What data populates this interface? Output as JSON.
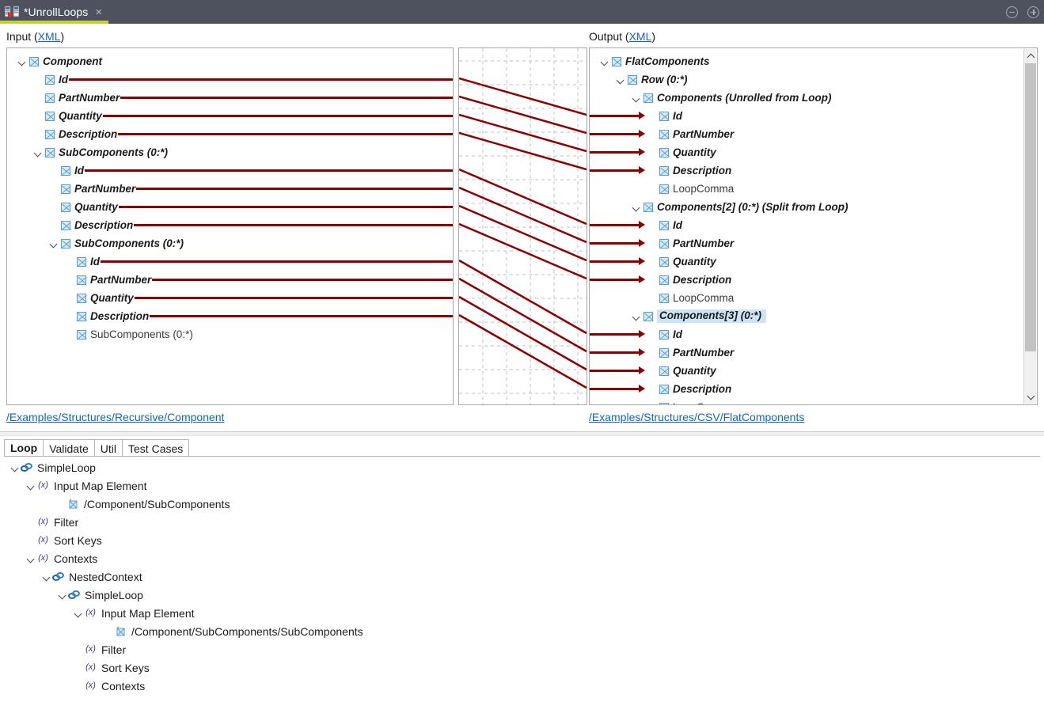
{
  "window": {
    "tab_title": "*UnrollLoops",
    "tab_icon": "mapping-icon",
    "close_label": "×",
    "minimize_label": "collapse-icon",
    "maximize_label": "expand-icon",
    "accent_color": "#c3d52d",
    "titlebar_color": "#4e525f"
  },
  "mapper": {
    "input_label_prefix": "Input (",
    "input_label_link": "XML",
    "input_label_suffix": ")",
    "output_label_prefix": "Output (",
    "output_label_link": "XML",
    "output_label_suffix": ")",
    "input_path": "/Examples/Structures/Recursive/Component",
    "output_path": "/Examples/Structures/CSV/FlatComponents",
    "link_color": "#1564c0",
    "connector_color": "#8b0000",
    "selection_color": "#cde4f7",
    "input_tree": [
      {
        "label": "Component",
        "depth": 0,
        "twisty": true,
        "style": "bi",
        "line": false
      },
      {
        "label": "Id",
        "depth": 1,
        "twisty": false,
        "style": "bi",
        "line": true
      },
      {
        "label": "PartNumber",
        "depth": 1,
        "twisty": false,
        "style": "bi",
        "line": true
      },
      {
        "label": "Quantity",
        "depth": 1,
        "twisty": false,
        "style": "bi",
        "line": true
      },
      {
        "label": "Description",
        "depth": 1,
        "twisty": false,
        "style": "bi",
        "line": true
      },
      {
        "label": "SubComponents (0:*)",
        "depth": 1,
        "twisty": true,
        "style": "bi",
        "line": false
      },
      {
        "label": "Id",
        "depth": 2,
        "twisty": false,
        "style": "bi",
        "line": true
      },
      {
        "label": "PartNumber",
        "depth": 2,
        "twisty": false,
        "style": "bi",
        "line": true
      },
      {
        "label": "Quantity",
        "depth": 2,
        "twisty": false,
        "style": "bi",
        "line": true
      },
      {
        "label": "Description",
        "depth": 2,
        "twisty": false,
        "style": "bi",
        "line": true
      },
      {
        "label": "SubComponents (0:*)",
        "depth": 2,
        "twisty": true,
        "style": "bi",
        "line": false
      },
      {
        "label": "Id",
        "depth": 3,
        "twisty": false,
        "style": "bi",
        "line": true
      },
      {
        "label": "PartNumber",
        "depth": 3,
        "twisty": false,
        "style": "bi",
        "line": true
      },
      {
        "label": "Quantity",
        "depth": 3,
        "twisty": false,
        "style": "bi",
        "line": true
      },
      {
        "label": "Description",
        "depth": 3,
        "twisty": false,
        "style": "bi",
        "line": true
      },
      {
        "label": "SubComponents (0:*)",
        "depth": 3,
        "twisty": false,
        "style": "plain",
        "line": false
      }
    ],
    "output_tree": [
      {
        "label": "FlatComponents",
        "depth": 0,
        "twisty": true,
        "style": "bi",
        "arrow": false,
        "selected": false
      },
      {
        "label": "Row (0:*)",
        "depth": 1,
        "twisty": true,
        "style": "bi",
        "arrow": false,
        "selected": false
      },
      {
        "label": "Components (Unrolled from Loop)",
        "depth": 2,
        "twisty": true,
        "style": "bi",
        "arrow": false,
        "selected": false
      },
      {
        "label": "Id",
        "depth": 3,
        "twisty": false,
        "style": "bi",
        "arrow": true,
        "selected": false
      },
      {
        "label": "PartNumber",
        "depth": 3,
        "twisty": false,
        "style": "bi",
        "arrow": true,
        "selected": false
      },
      {
        "label": "Quantity",
        "depth": 3,
        "twisty": false,
        "style": "bi",
        "arrow": true,
        "selected": false
      },
      {
        "label": "Description",
        "depth": 3,
        "twisty": false,
        "style": "bi",
        "arrow": true,
        "selected": false
      },
      {
        "label": "LoopComma",
        "depth": 3,
        "twisty": false,
        "style": "plain",
        "arrow": false,
        "selected": false
      },
      {
        "label": "Components[2] (0:*) (Split from Loop)",
        "depth": 2,
        "twisty": true,
        "style": "bi",
        "arrow": false,
        "selected": false
      },
      {
        "label": "Id",
        "depth": 3,
        "twisty": false,
        "style": "bi",
        "arrow": true,
        "selected": false
      },
      {
        "label": "PartNumber",
        "depth": 3,
        "twisty": false,
        "style": "bi",
        "arrow": true,
        "selected": false
      },
      {
        "label": "Quantity",
        "depth": 3,
        "twisty": false,
        "style": "bi",
        "arrow": true,
        "selected": false
      },
      {
        "label": "Description",
        "depth": 3,
        "twisty": false,
        "style": "bi",
        "arrow": true,
        "selected": false
      },
      {
        "label": "LoopComma",
        "depth": 3,
        "twisty": false,
        "style": "plain",
        "arrow": false,
        "selected": false
      },
      {
        "label": "Components[3] (0:*)",
        "depth": 2,
        "twisty": true,
        "style": "bi",
        "arrow": false,
        "selected": true
      },
      {
        "label": "Id",
        "depth": 3,
        "twisty": false,
        "style": "bi",
        "arrow": true,
        "selected": false
      },
      {
        "label": "PartNumber",
        "depth": 3,
        "twisty": false,
        "style": "bi",
        "arrow": true,
        "selected": false
      },
      {
        "label": "Quantity",
        "depth": 3,
        "twisty": false,
        "style": "bi",
        "arrow": true,
        "selected": false
      },
      {
        "label": "Description",
        "depth": 3,
        "twisty": false,
        "style": "bi",
        "arrow": true,
        "selected": false
      },
      {
        "label": "LoopComma",
        "depth": 3,
        "twisty": false,
        "style": "plain",
        "arrow": false,
        "selected": false
      }
    ],
    "connections": [
      {
        "from_row": 1,
        "to_row": 3
      },
      {
        "from_row": 2,
        "to_row": 4
      },
      {
        "from_row": 3,
        "to_row": 5
      },
      {
        "from_row": 4,
        "to_row": 6
      },
      {
        "from_row": 6,
        "to_row": 9
      },
      {
        "from_row": 7,
        "to_row": 10
      },
      {
        "from_row": 8,
        "to_row": 11
      },
      {
        "from_row": 9,
        "to_row": 12
      },
      {
        "from_row": 11,
        "to_row": 15
      },
      {
        "from_row": 12,
        "to_row": 16
      },
      {
        "from_row": 13,
        "to_row": 17
      },
      {
        "from_row": 14,
        "to_row": 18
      }
    ],
    "scrollbar": {
      "up_arrow": "chevron-up-icon",
      "down_arrow": "chevron-down-icon"
    }
  },
  "bottom": {
    "tabs": [
      {
        "label": "Loop",
        "active": true
      },
      {
        "label": "Validate",
        "active": false
      },
      {
        "label": "Util",
        "active": false
      },
      {
        "label": "Test Cases",
        "active": false
      }
    ],
    "tree": [
      {
        "label": "SimpleLoop",
        "depth": 0,
        "twisty": true,
        "icon": "loop-icon"
      },
      {
        "label": "Input Map Element",
        "depth": 1,
        "twisty": true,
        "icon": "fx-icon"
      },
      {
        "label": "/Component/SubComponents",
        "depth": 3,
        "twisty": false,
        "icon": "element-icon"
      },
      {
        "label": "Filter",
        "depth": 1,
        "twisty": false,
        "icon": "fx-icon"
      },
      {
        "label": "Sort Keys",
        "depth": 1,
        "twisty": false,
        "icon": "fx-icon"
      },
      {
        "label": "Contexts",
        "depth": 1,
        "twisty": true,
        "icon": "fx-icon"
      },
      {
        "label": "NestedContext",
        "depth": 2,
        "twisty": true,
        "icon": "loop-icon"
      },
      {
        "label": "SimpleLoop",
        "depth": 3,
        "twisty": true,
        "icon": "loop-icon"
      },
      {
        "label": "Input Map Element",
        "depth": 4,
        "twisty": true,
        "icon": "fx-icon"
      },
      {
        "label": "/Component/SubComponents/SubComponents",
        "depth": 6,
        "twisty": false,
        "icon": "element-icon"
      },
      {
        "label": "Filter",
        "depth": 4,
        "twisty": false,
        "icon": "fx-icon"
      },
      {
        "label": "Sort Keys",
        "depth": 4,
        "twisty": false,
        "icon": "fx-icon"
      },
      {
        "label": "Contexts",
        "depth": 4,
        "twisty": false,
        "icon": "fx-icon"
      }
    ]
  }
}
